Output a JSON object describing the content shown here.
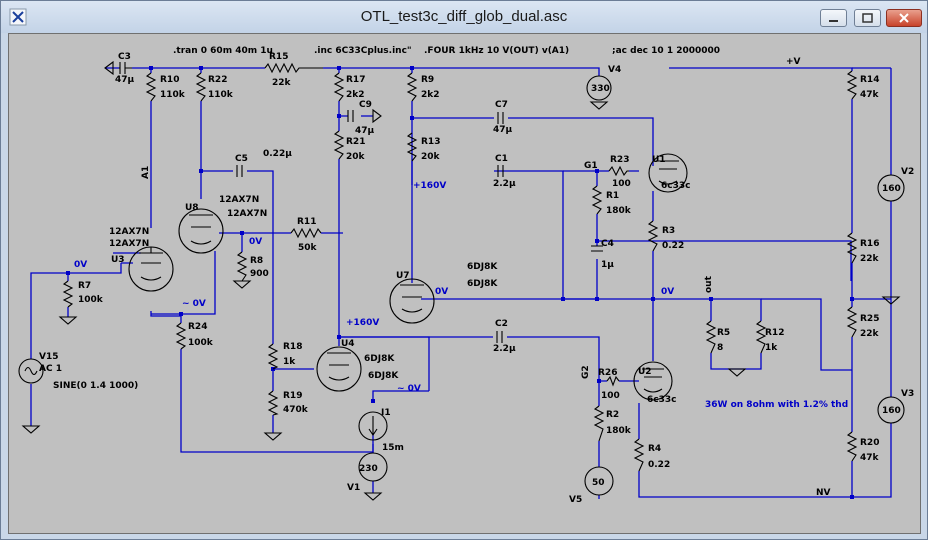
{
  "window": {
    "title": "OTL_test3c_diff_glob_dual.asc",
    "icons": [
      "ltspice-app-icon",
      "minimize-icon",
      "maximize-icon",
      "close-icon"
    ]
  },
  "directives": {
    "tran": ".tran 0 60m 40m 1u",
    "inc": ".inc 6C33Cplus.inc\"",
    "four": ".FOUR 1kHz 10 V(OUT) v(A1)",
    "ac": ";ac dec 10 1 2000000"
  },
  "labels": {
    "C3": "C3",
    "C3v": "47µ",
    "R10": "R10",
    "R10v": "110k",
    "R22": "R22",
    "R22v": "110k",
    "R15": "R15",
    "R15v": "22k",
    "R17": "R17",
    "R17v": "2k2",
    "R9": "R9",
    "R9v": "2k2",
    "V4": "V4",
    "V4v": "330",
    "V2": "V2",
    "V2v": "160",
    "V3": "V3",
    "V3v": "160",
    "V1": "V1",
    "V1v": "230",
    "V5": "V5",
    "V5v": "50",
    "V15": "V15",
    "V15v": "AC 1",
    "V15s": "SINE(0 1.4 1000)",
    "R14": "R14",
    "R14v": "47k",
    "R16": "R16",
    "R16v": "22k",
    "R25": "R25",
    "R25v": "22k",
    "R20": "R20",
    "R20v": "47k",
    "C9": "C9",
    "C9v": "47µ",
    "R21": "R21",
    "R21v": "20k",
    "R13": "R13",
    "R13v": "20k",
    "C7": "C7",
    "C7v": "47µ",
    "C1": "C1",
    "C1v": "2.2µ",
    "C5": "C5",
    "C5v": "0.22µ",
    "G1": "G1",
    "G2": "G2",
    "R23": "R23",
    "R23v": "100",
    "U1": "U1",
    "U1v": "6c33c",
    "U2": "U2",
    "U2v": "6c33c",
    "R1": "R1",
    "R1v": "180k",
    "R2": "R2",
    "R2v": "180k",
    "R3": "R3",
    "R3v": "0.22",
    "R4": "R4",
    "R4v": "0.22",
    "C4": "C4",
    "C4v": "1µ",
    "A1": "A1",
    "U8": "U8",
    "U8v": "12AX7N",
    "U8v2": "12AX7N",
    "U3": "U3",
    "U3v": "12AX7N",
    "U3v2": "12AX7N",
    "R11": "R11",
    "R11v": "50k",
    "R8": "R8",
    "R8v": "900",
    "R7": "R7",
    "R7v": "100k",
    "R24": "R24",
    "R24v": "100k",
    "R18": "R18",
    "R18v": "1k",
    "R19": "R19",
    "R19v": "470k",
    "U4": "U4",
    "U4v": "6DJ8K",
    "U4v2": "6DJ8K",
    "U7": "U7",
    "U7v": "6DJ8K",
    "U7v2": "6DJ8K",
    "I1": "I1",
    "I1v": "15m",
    "C2": "C2",
    "C2v": "2.2µ",
    "R5": "R5",
    "R5v": "8",
    "R12": "R12",
    "R12v": "1k",
    "R26": "R26",
    "R26v": "100",
    "plusV": "+V",
    "NV": "NV",
    "out": "out",
    "v160a": "+160V",
    "v160b": "+160V",
    "zv1": "0V",
    "zv2": "0V",
    "zv3": "0V",
    "zv4": "0V",
    "zv5": "~ 0V",
    "zv6": "~ 0V",
    "note": "36W on 8ohm with 1.2% thd"
  }
}
